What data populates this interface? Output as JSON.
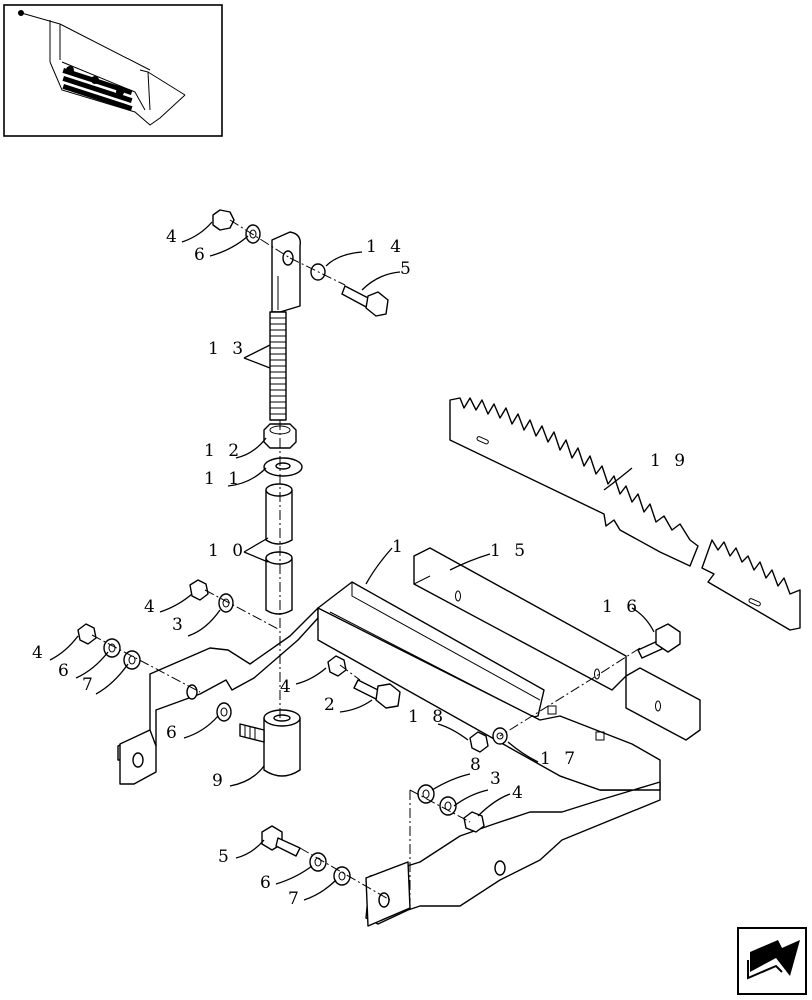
{
  "diagram": {
    "labels": [
      {
        "id": "l4a",
        "text": "4"
      },
      {
        "id": "l6a",
        "text": "6"
      },
      {
        "id": "l14",
        "text": "1 4"
      },
      {
        "id": "l5a",
        "text": "5"
      },
      {
        "id": "l13",
        "text": "1 3"
      },
      {
        "id": "l12",
        "text": "1 2"
      },
      {
        "id": "l11",
        "text": "1 1"
      },
      {
        "id": "l10",
        "text": "1 0"
      },
      {
        "id": "l1",
        "text": "1"
      },
      {
        "id": "l15",
        "text": "1 5"
      },
      {
        "id": "l19",
        "text": "1 9"
      },
      {
        "id": "l16",
        "text": "1 6"
      },
      {
        "id": "l4b",
        "text": "4"
      },
      {
        "id": "l3a",
        "text": "3"
      },
      {
        "id": "l4c",
        "text": "4"
      },
      {
        "id": "l6b",
        "text": "6"
      },
      {
        "id": "l7a",
        "text": "7"
      },
      {
        "id": "l4d",
        "text": "4"
      },
      {
        "id": "l2",
        "text": "2"
      },
      {
        "id": "l6c",
        "text": "6"
      },
      {
        "id": "l18",
        "text": "1 8"
      },
      {
        "id": "l8",
        "text": "8"
      },
      {
        "id": "l17",
        "text": "1 7"
      },
      {
        "id": "l9",
        "text": "9"
      },
      {
        "id": "l3b",
        "text": "3"
      },
      {
        "id": "l4e",
        "text": "4"
      },
      {
        "id": "l5b",
        "text": "5"
      },
      {
        "id": "l6d",
        "text": "6"
      },
      {
        "id": "l7b",
        "text": "7"
      }
    ]
  },
  "icons": {
    "thumbnail": "assembly-thumbnail-icon",
    "navigation": "next-page-arrow-icon"
  }
}
